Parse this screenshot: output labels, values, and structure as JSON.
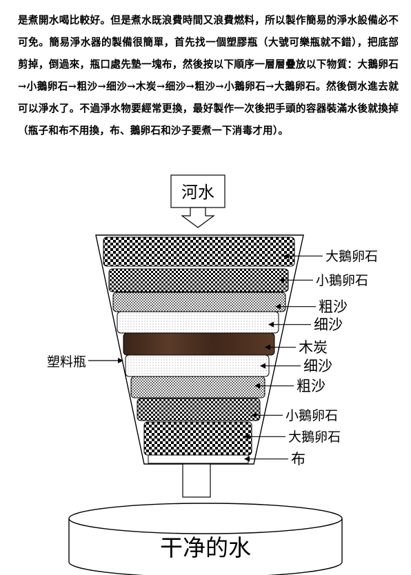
{
  "paragraph": "是煮開水喝比較好。但是煮水既浪費時間又浪費燃料，所以製作簡易的淨水設備必不可免。簡易淨水器的製備很簡單，首先找一個塑膠瓶（大號可樂瓶就不錯），把底部剪掉，倒過來，瓶口處先墊一塊布，然後按以下順序一層層疊放以下物質：大鵝卵石→小鵝卵石→粗沙→细沙→木炭→细沙→粗沙→小鵝卵石→大鵝卵石。然後倒水進去就可以淨水了。不過淨水物要經常更換，最好製作一次後把手頭的容器裝滿水後就換掉（瓶子和布不用換，布、鵝卵石和沙子要煮一下消毒才用）。",
  "diagram": {
    "input_label": "河水",
    "bottle_label": "塑料瓶",
    "output_label": "干净的水",
    "layers": [
      {
        "label": "大鵝卵石",
        "pattern": "large-pebble"
      },
      {
        "label": "小鵝卵石",
        "pattern": "small-pebble"
      },
      {
        "label": "粗沙",
        "pattern": "coarse-sand"
      },
      {
        "label": "细沙",
        "pattern": "fine-sand"
      },
      {
        "label": "木炭",
        "pattern": "charcoal"
      },
      {
        "label": "细沙",
        "pattern": "fine-sand"
      },
      {
        "label": "粗沙",
        "pattern": "coarse-sand"
      },
      {
        "label": "小鵝卵石",
        "pattern": "small-pebble"
      },
      {
        "label": "大鵝卵石",
        "pattern": "large-pebble"
      },
      {
        "label": "布",
        "pattern": "cloth"
      }
    ]
  }
}
